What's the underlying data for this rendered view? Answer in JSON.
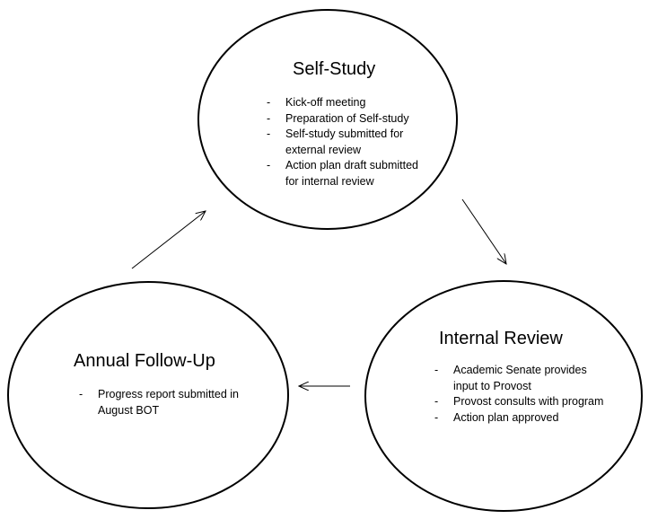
{
  "nodes": {
    "self_study": {
      "title": "Self-Study",
      "items": [
        "Kick-off meeting",
        "Preparation of Self-study",
        "Self-study submitted for external review",
        "Action plan draft submitted for internal review"
      ]
    },
    "internal_review": {
      "title": "Internal Review",
      "items": [
        "Academic Senate provides input to Provost",
        "Provost consults with program",
        "Action plan approved"
      ]
    },
    "annual_follow_up": {
      "title": "Annual Follow-Up",
      "items": [
        "Progress report submitted in August BOT"
      ]
    }
  },
  "edges": [
    {
      "from": "self_study",
      "to": "internal_review"
    },
    {
      "from": "internal_review",
      "to": "annual_follow_up"
    },
    {
      "from": "annual_follow_up",
      "to": "self_study"
    }
  ],
  "colors": {
    "stroke": "#000000",
    "background": "#ffffff"
  }
}
